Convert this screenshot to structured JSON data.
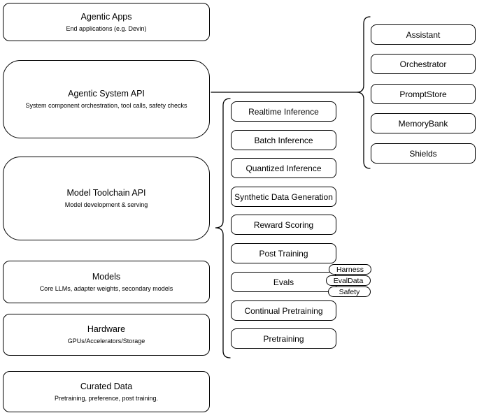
{
  "stack": [
    {
      "title": "Agentic Apps",
      "subtitle": "End applications (e.g. Devin)"
    },
    {
      "title": "Agentic System API",
      "subtitle": "System component orchestration, tool calls, safety checks"
    },
    {
      "title": "Model Toolchain API",
      "subtitle": "Model development & serving"
    },
    {
      "title": "Models",
      "subtitle": "Core LLMs, adapter weights, secondary models"
    },
    {
      "title": "Hardware",
      "subtitle": "GPUs/Accelerators/Storage"
    },
    {
      "title": "Curated Data",
      "subtitle": "Pretraining, preference, post training."
    }
  ],
  "toolchain": {
    "items": [
      "Realtime Inference",
      "Batch Inference",
      "Quantized Inference",
      "Synthetic Data Generation",
      "Reward Scoring",
      "Post Training",
      "Evals",
      "Continual Pretraining",
      "Pretraining"
    ],
    "eval_tags": [
      "Harness",
      "EvalData",
      "Safety"
    ]
  },
  "system_components": [
    "Assistant",
    "Orchestrator",
    "PromptStore",
    "MemoryBank",
    "Shields"
  ],
  "colors": {
    "stroke": "#000000",
    "fill": "#ffffff",
    "text": "#000000"
  }
}
